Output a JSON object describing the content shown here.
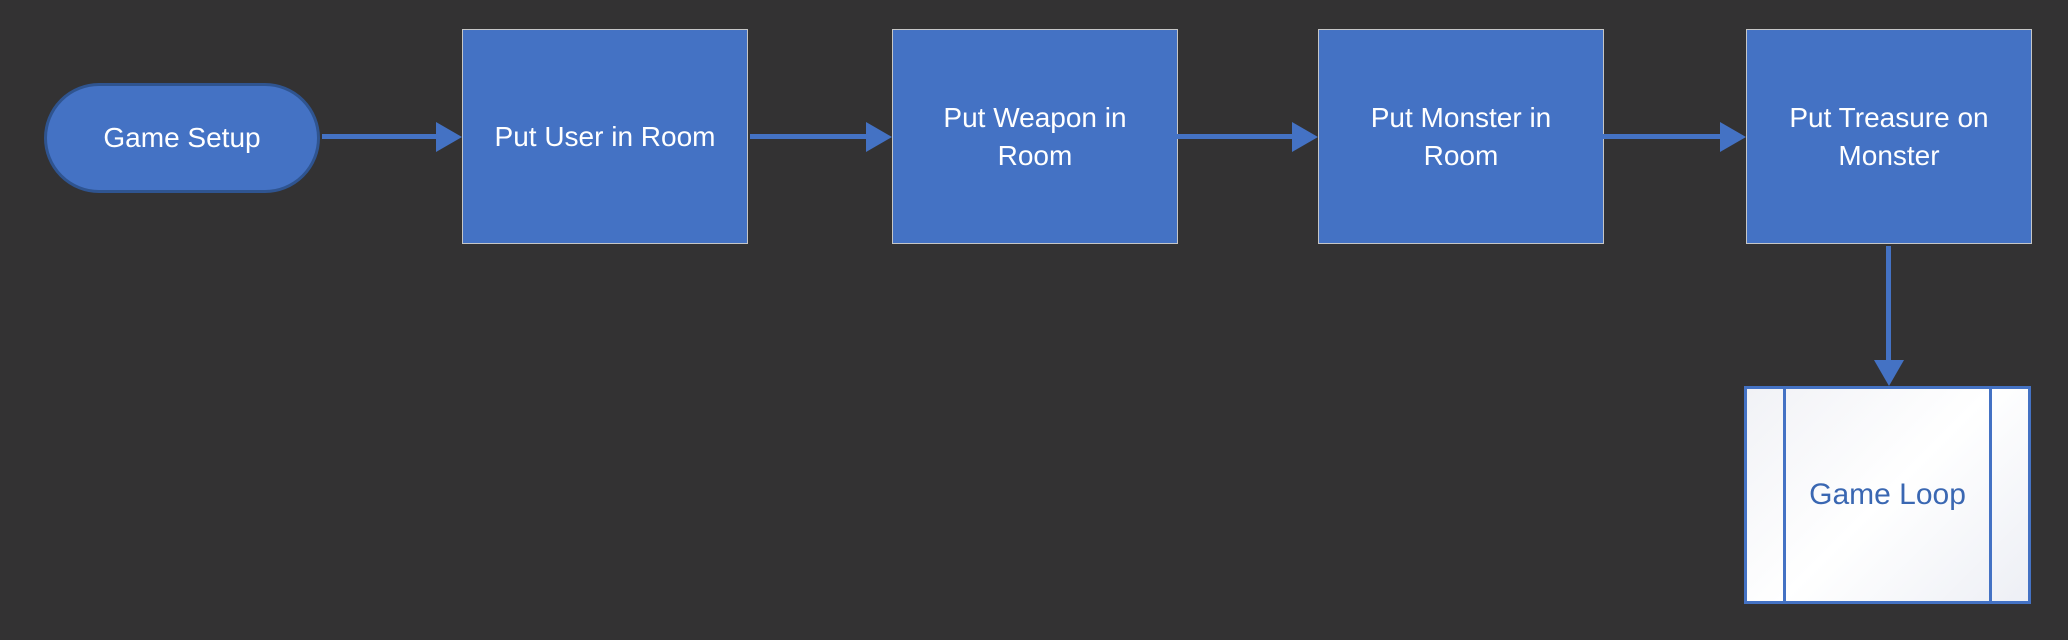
{
  "diagram": {
    "type": "flowchart",
    "nodes": [
      {
        "id": "game-setup",
        "shape": "terminator",
        "label": "Game Setup"
      },
      {
        "id": "put-user-in-room",
        "shape": "process",
        "label": "Put User in Room"
      },
      {
        "id": "put-weapon-in-room",
        "shape": "process",
        "label": "Put Weapon in Room"
      },
      {
        "id": "put-monster-in-room",
        "shape": "process",
        "label": "Put Monster in Room"
      },
      {
        "id": "put-treasure-on-monster",
        "shape": "process",
        "label": "Put Treasure on Monster"
      },
      {
        "id": "game-loop",
        "shape": "predefined-process",
        "label": "Game Loop"
      }
    ],
    "edges": [
      {
        "from": "game-setup",
        "to": "put-user-in-room",
        "direction": "right"
      },
      {
        "from": "put-user-in-room",
        "to": "put-weapon-in-room",
        "direction": "right"
      },
      {
        "from": "put-weapon-in-room",
        "to": "put-monster-in-room",
        "direction": "right"
      },
      {
        "from": "put-monster-in-room",
        "to": "put-treasure-on-monster",
        "direction": "right"
      },
      {
        "from": "put-treasure-on-monster",
        "to": "game-loop",
        "direction": "down"
      }
    ],
    "colors": {
      "canvas_bg": "#333233",
      "shape_fill": "#4472C4",
      "shape_text": "#FFFFFF",
      "process_border": "#C6C6C6",
      "terminator_border": "#2F5490",
      "connector": "#4472C4",
      "predefined_border": "#4472C4",
      "predefined_text": "#3A67B2"
    }
  }
}
